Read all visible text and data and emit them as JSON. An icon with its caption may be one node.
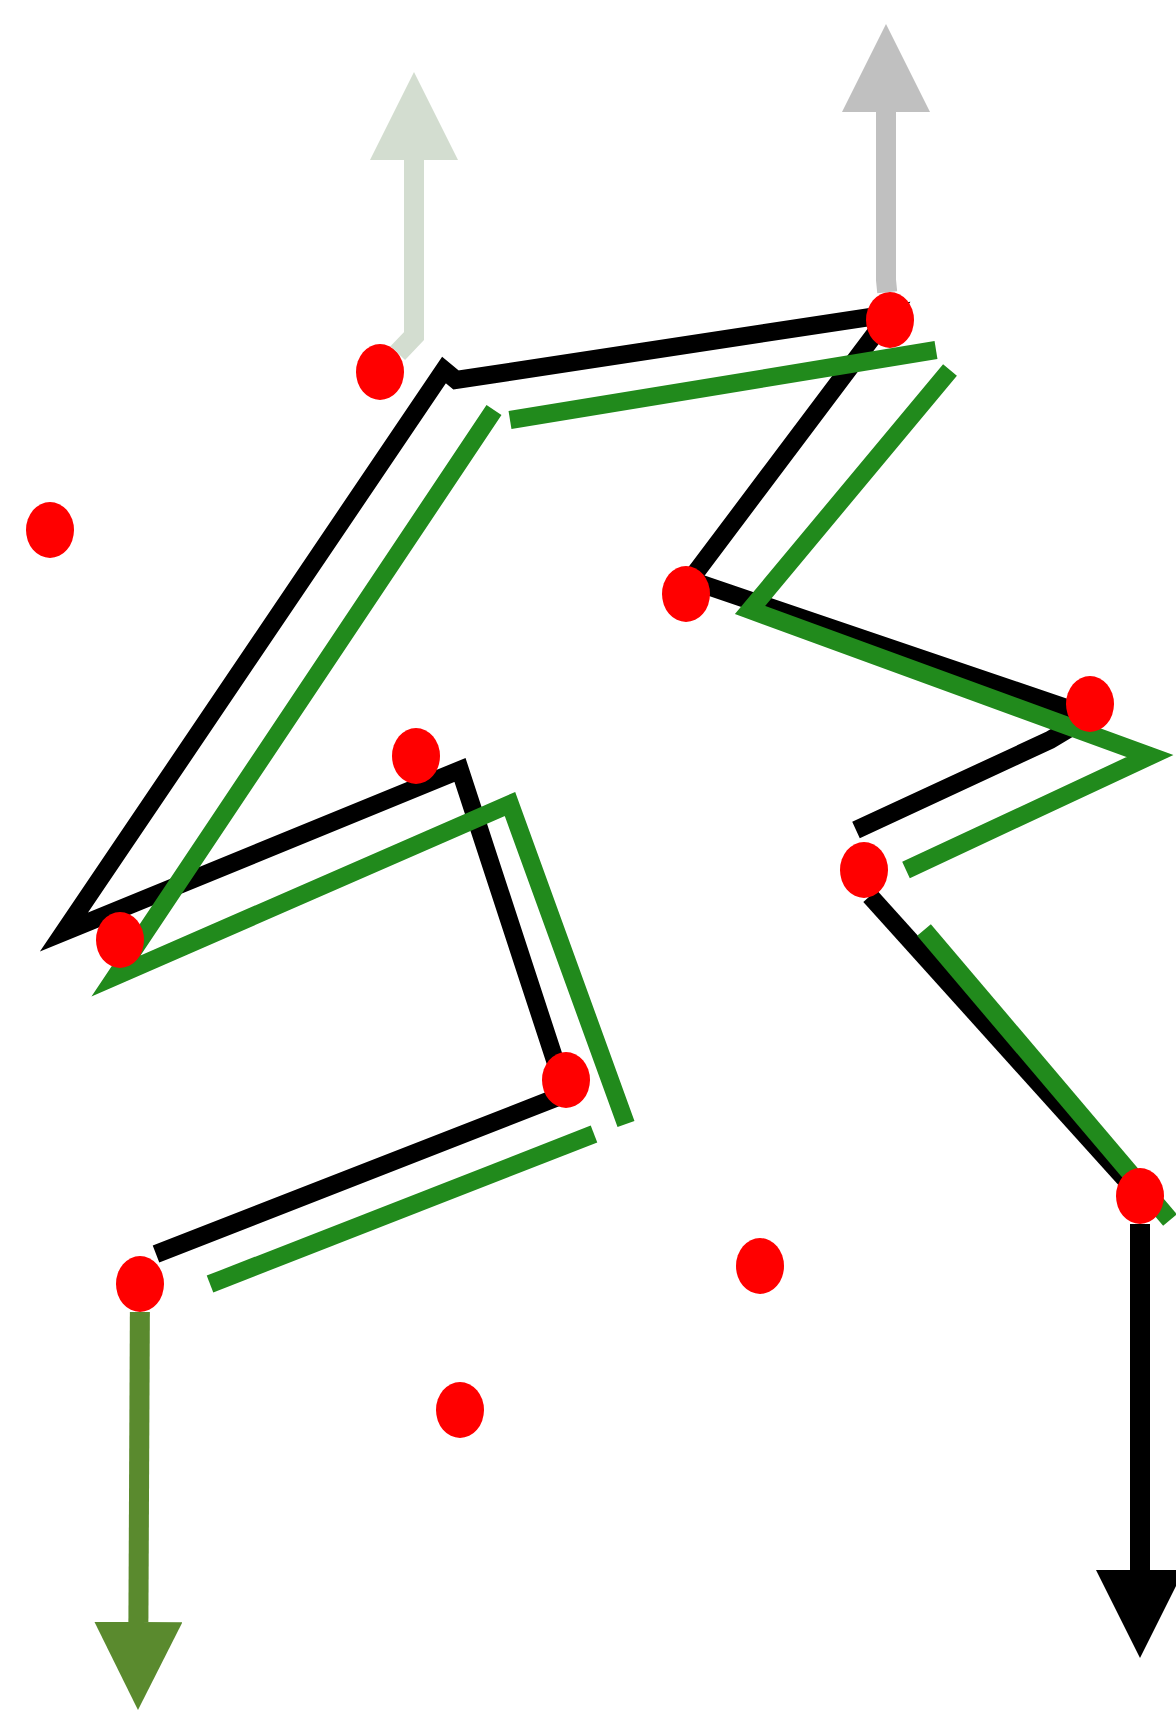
{
  "diagram": {
    "nodes": [
      {
        "text": [],
        "shape": "circle"
      },
      {
        "text": [],
        "shape": "circle"
      },
      {
        "text": [],
        "shape": "circle"
      },
      {
        "text": [],
        "shape": "circle"
      },
      {
        "text": [],
        "shape": "circle"
      },
      {
        "text": [],
        "shape": "circle"
      },
      {
        "text": [],
        "shape": "circle"
      },
      {
        "text": [],
        "shape": "circle"
      },
      {
        "text": [],
        "shape": "circle"
      },
      {
        "text": [],
        "shape": "circle"
      },
      {
        "text": [],
        "shape": "circle"
      },
      {
        "text": [],
        "shape": "circle"
      },
      {
        "text": [],
        "shape": "circle"
      }
    ],
    "edges": [
      {
        "from": 1,
        "to": null,
        "arrow": "to",
        "color": "#d3ddd0"
      },
      {
        "from": 0,
        "to": null,
        "arrow": "to",
        "color": "#c0c0c0"
      },
      {
        "from": 11,
        "to": null,
        "arrow": "to",
        "color": "#5a8a2e"
      },
      {
        "from": 9,
        "to": null,
        "arrow": "to",
        "color": "#000000"
      }
    ]
  }
}
